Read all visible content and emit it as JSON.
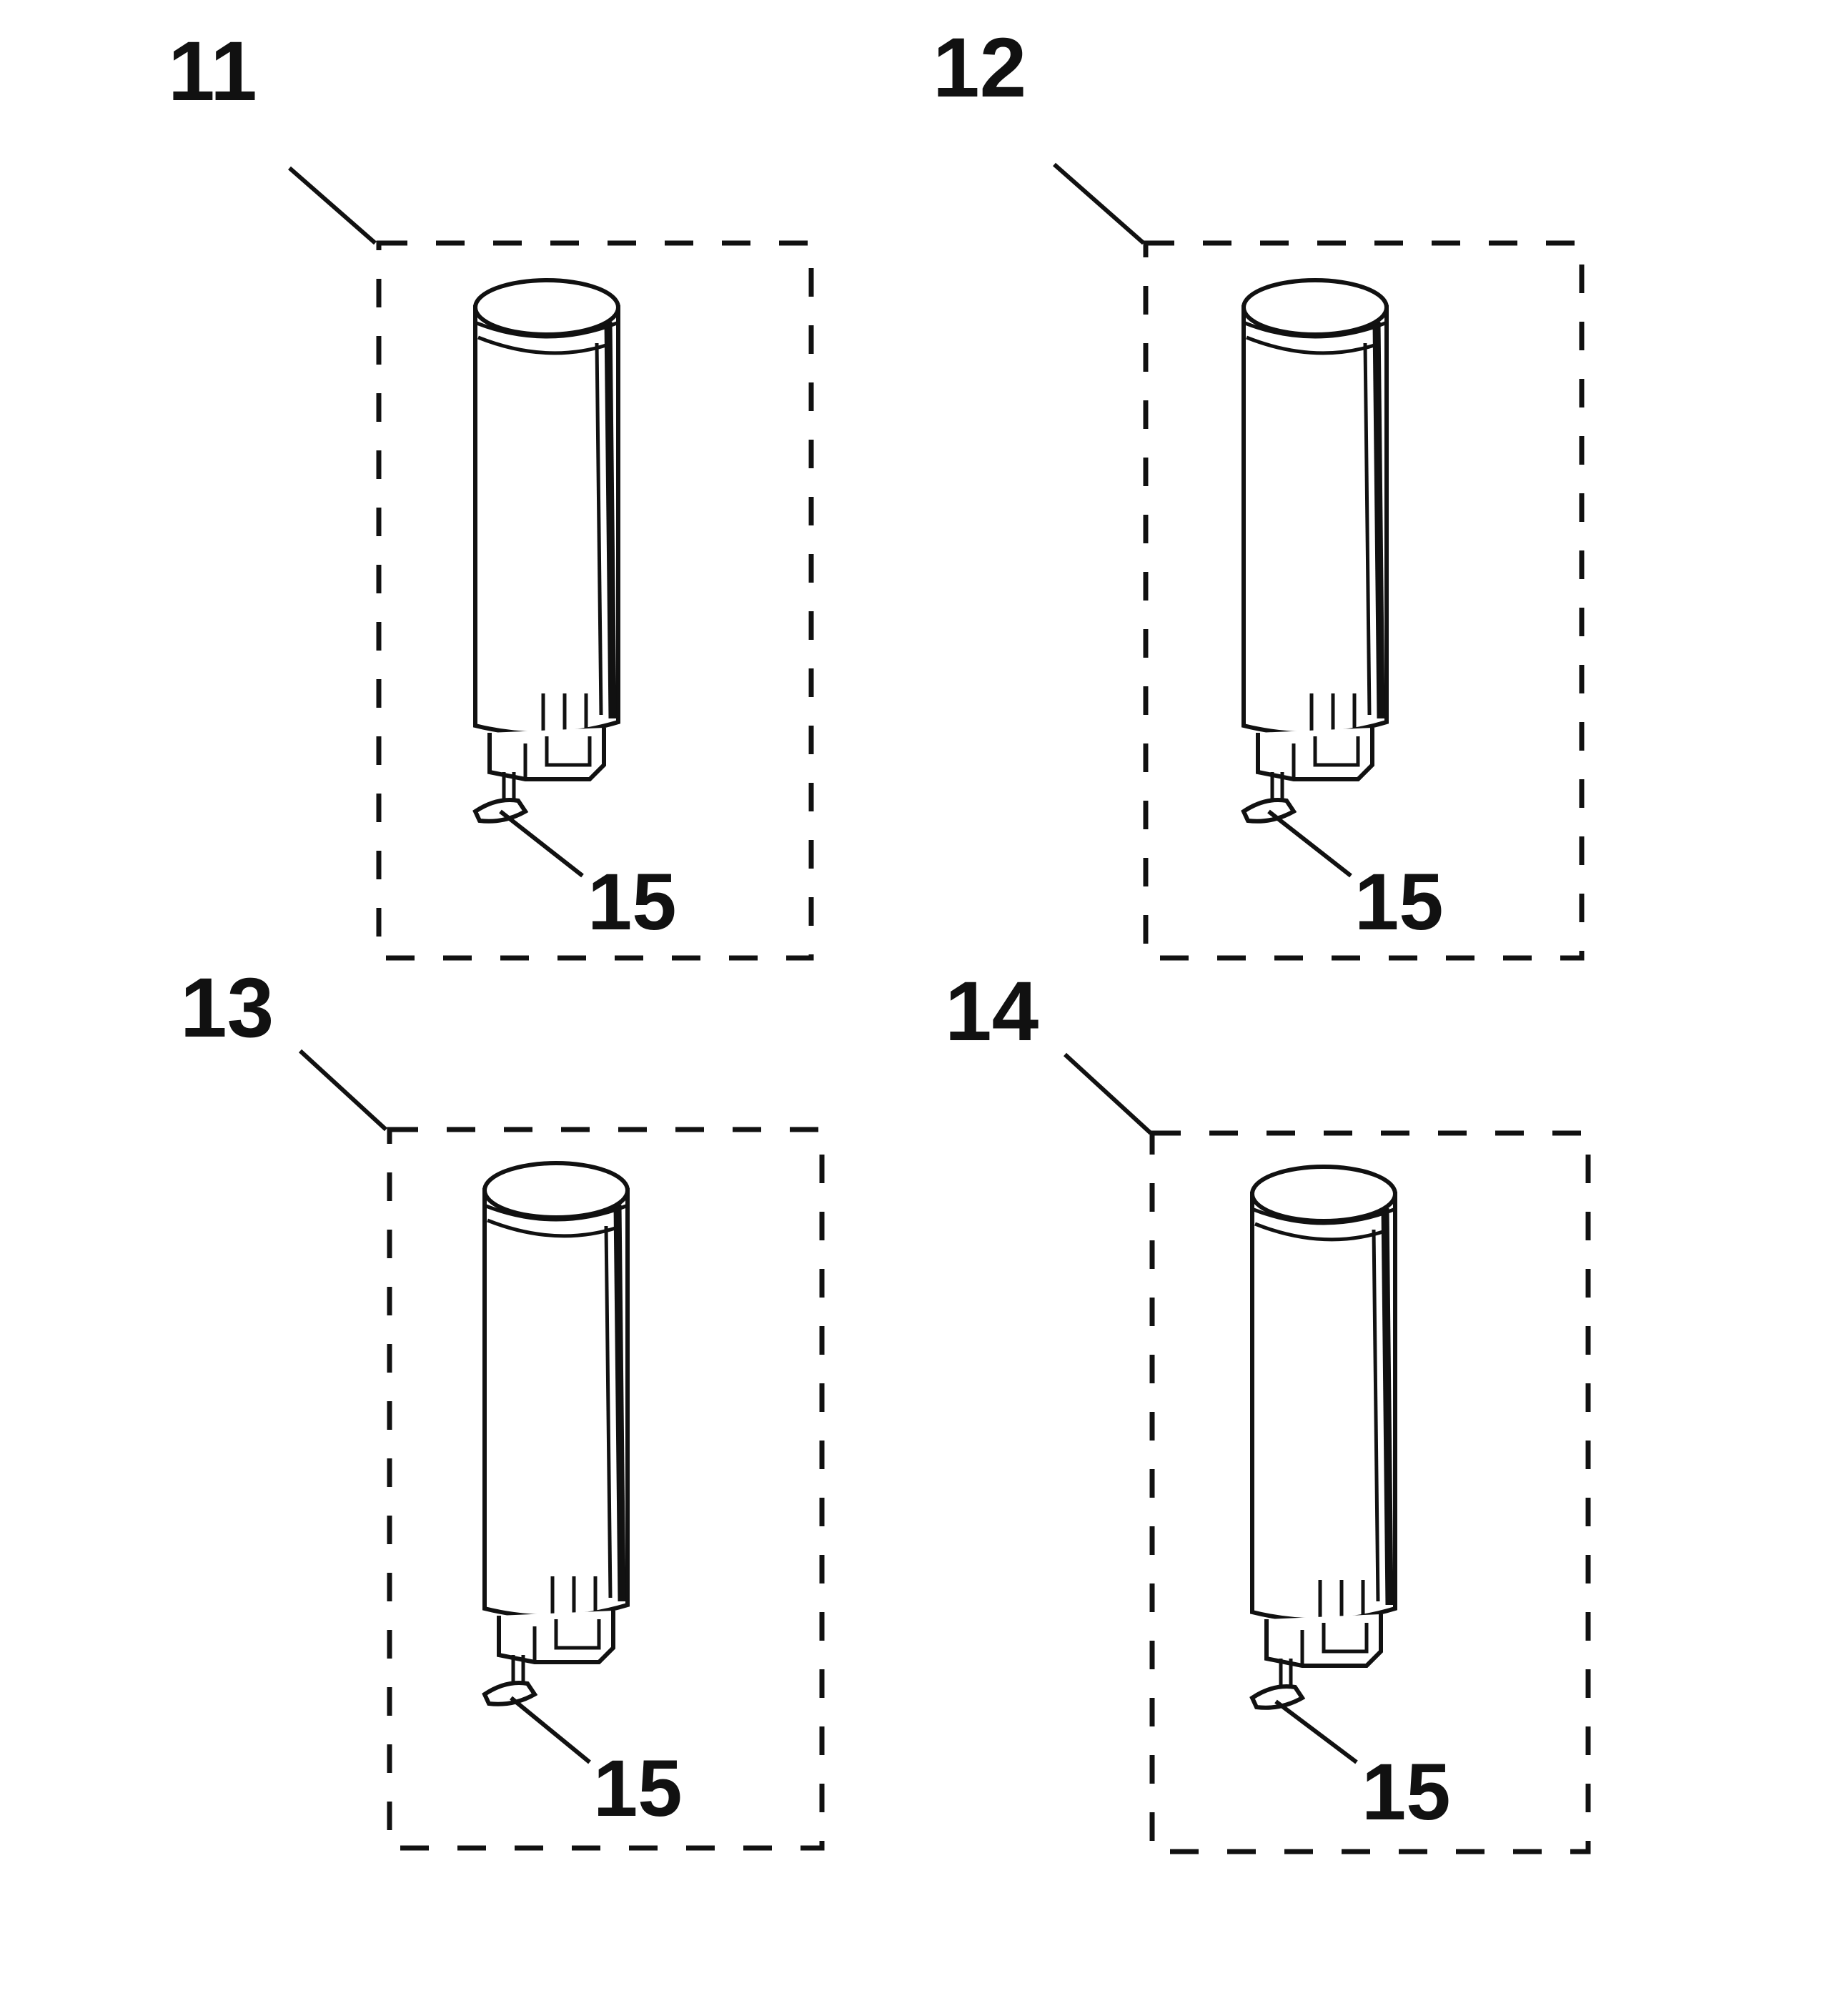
{
  "figure": {
    "modules": [
      {
        "id": "module-11",
        "label": "11",
        "sensor_label": "15"
      },
      {
        "id": "module-12",
        "label": "12",
        "sensor_label": "15"
      },
      {
        "id": "module-13",
        "label": "13",
        "sensor_label": "15"
      },
      {
        "id": "module-14",
        "label": "14",
        "sensor_label": "15"
      }
    ]
  }
}
